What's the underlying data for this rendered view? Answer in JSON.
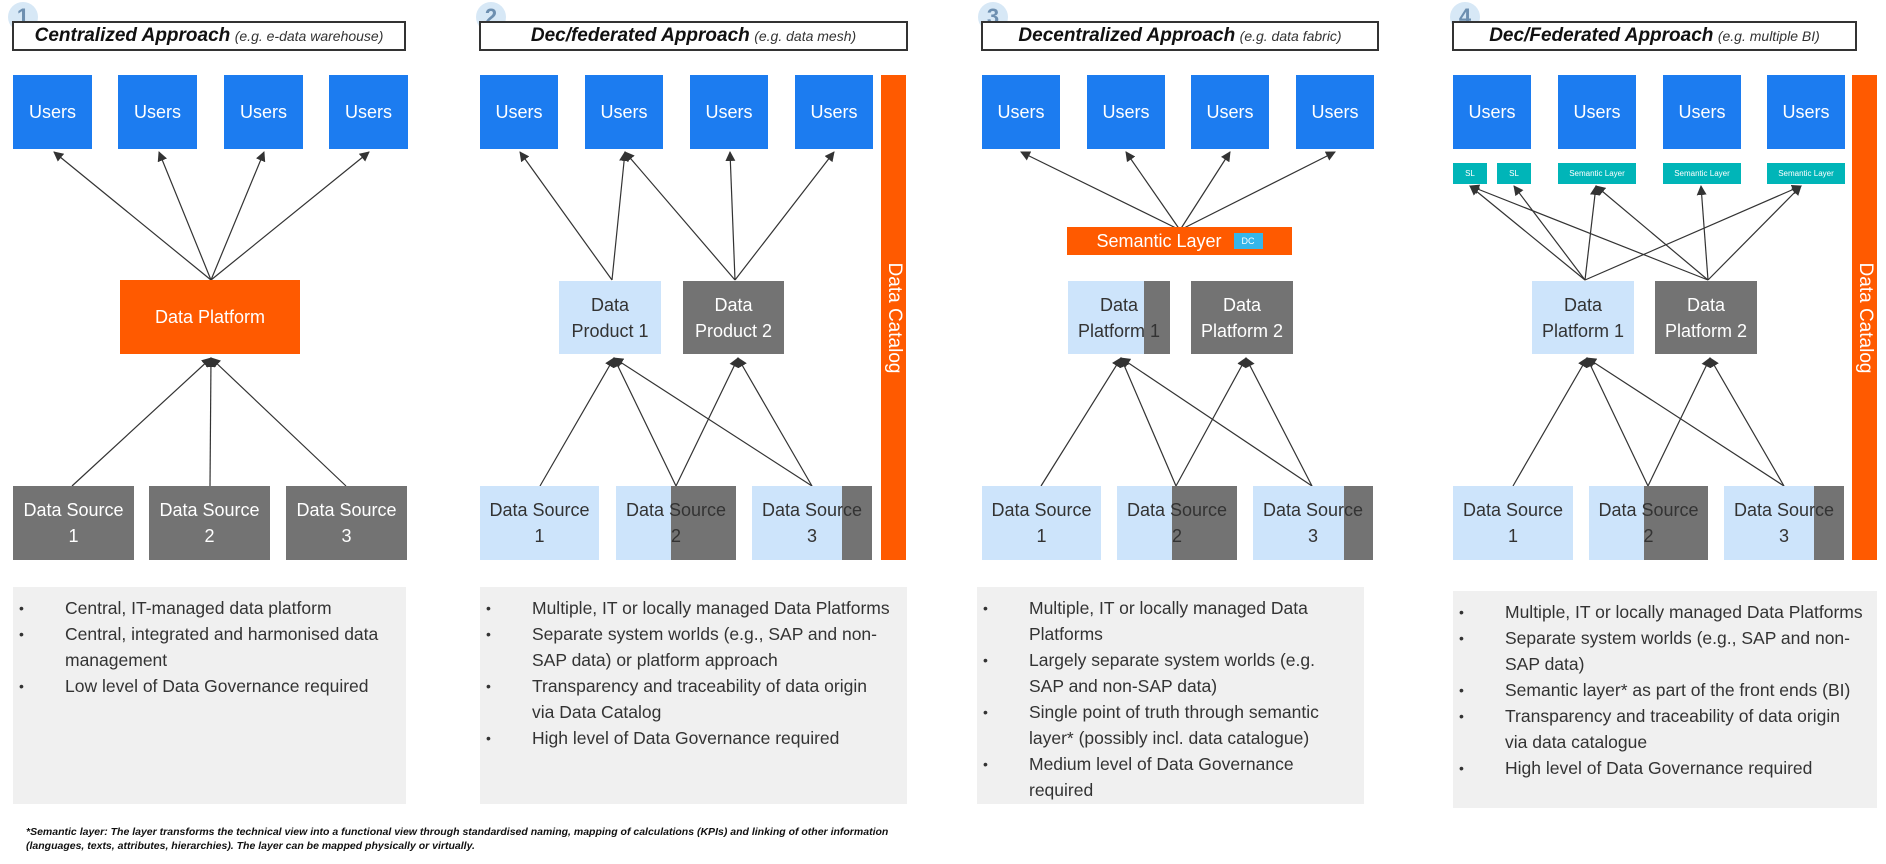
{
  "approaches": [
    {
      "number": "1",
      "title": "Centralized Approach",
      "subtitle": "(e.g. e-data warehouse)",
      "users": [
        "Users",
        "Users",
        "Users",
        "Users"
      ],
      "platforms": [
        "Data Platform"
      ],
      "sources": [
        "Data Source\n1",
        "Data Source\n2",
        "Data Source\n3"
      ],
      "bullets": [
        "Central, IT-managed data platform",
        "Central, integrated and harmonised data management",
        "Low level of Data Governance required"
      ]
    },
    {
      "number": "2",
      "title": "Dec/federated Approach",
      "subtitle": "(e.g. data mesh)",
      "users": [
        "Users",
        "Users",
        "Users",
        "Users"
      ],
      "platforms": [
        "Data\nProduct 1",
        "Data\nProduct 2"
      ],
      "sources": [
        "Data Source\n1",
        "Data Source\n2",
        "Data Source\n3"
      ],
      "catalog": "Data Catalog",
      "bullets": [
        "Multiple, IT or locally managed Data Platforms",
        "Separate system worlds (e.g., SAP and non-SAP data) or platform approach",
        "Transparency and traceability of data origin via Data Catalog",
        "High level of Data Governance required"
      ]
    },
    {
      "number": "3",
      "title": "Decentralized Approach",
      "subtitle": "(e.g. data fabric)",
      "users": [
        "Users",
        "Users",
        "Users",
        "Users"
      ],
      "semantic_layer": "Semantic Layer",
      "dc_badge": "DC",
      "platforms": [
        "Data\nPlatform 1",
        "Data\nPlatform 2"
      ],
      "sources": [
        "Data Source\n1",
        "Data Source\n2",
        "Data Source\n3"
      ],
      "bullets": [
        "Multiple, IT or locally managed Data Platforms",
        "Largely separate system worlds (e.g. SAP and non-SAP data)",
        "Single point of truth through semantic layer* (possibly incl. data catalogue)",
        "Medium level of Data Governance required"
      ]
    },
    {
      "number": "4",
      "title": "Dec/Federated Approach",
      "subtitle": "(e.g. multiple BI)",
      "users": [
        "Users",
        "Users",
        "Users",
        "Users"
      ],
      "semantic_small": [
        "SL",
        "SL",
        "Semantic Layer",
        "Semantic Layer",
        "Semantic Layer"
      ],
      "platforms": [
        "Data\nPlatform 1",
        "Data\nPlatform 2"
      ],
      "sources": [
        "Data Source\n1",
        "Data Source\n2",
        "Data Source\n3"
      ],
      "catalog": "Data Catalog",
      "bullets": [
        "Multiple, IT or locally managed Data Platforms",
        "Separate system worlds (e.g., SAP and non-SAP data)",
        "Semantic layer* as part of the front ends (BI)",
        "Transparency and traceability of data origin via data catalogue",
        "High level of Data Governance required"
      ]
    }
  ],
  "footnote": "*Semantic layer: The layer transforms the technical view into a functional view through standardised naming, mapping of calculations (KPIs) and linking of other information (languages, texts, attributes, hierarchies). The layer can be mapped physically or virtually.",
  "colors": {
    "users": "#1c7cf0",
    "orange": "#ff5a00",
    "grey": "#737373",
    "light_blue": "#cde4fb",
    "teal": "#00b5b8",
    "dc": "#35b6ea",
    "panel": "#f0f0f0"
  }
}
